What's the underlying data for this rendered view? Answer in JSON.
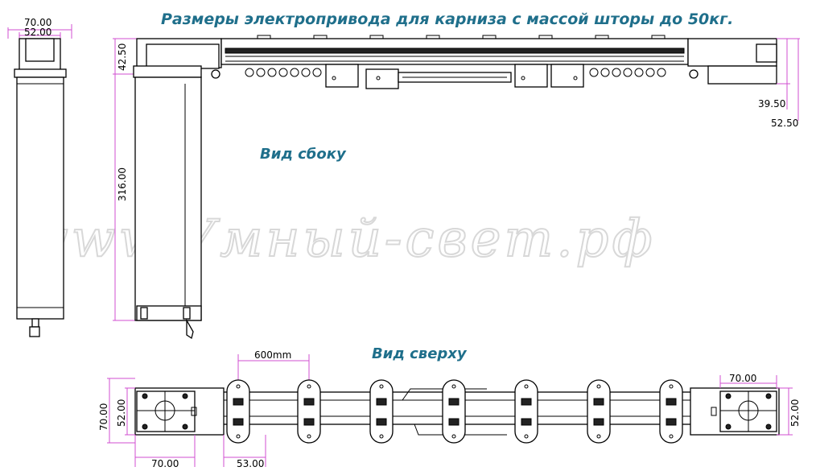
{
  "title": "Размеры электропривода для карниза с массой шторы до 50кг.",
  "watermark": "www.Умный-свет.рф",
  "views": {
    "side": "Вид сбоку",
    "top": "Вид сверху"
  },
  "dimensions": {
    "motor_width_outer": "70.00",
    "motor_width_inner": "52.00",
    "rail_height": "42.50",
    "motor_length": "316.00",
    "end_height_inner": "39.50",
    "end_height_outer": "52.50",
    "runner_spacing": "600mm",
    "top_left_height_outer": "70.00",
    "top_left_height_inner": "52.00",
    "top_left_length": "70.00",
    "runner_offset": "53.00",
    "top_right_length": "70.00",
    "top_right_height": "52.00"
  },
  "colors": {
    "title": "#1f6f8b",
    "dimension_lines": "#d04fd0",
    "drawing": "#000000"
  }
}
